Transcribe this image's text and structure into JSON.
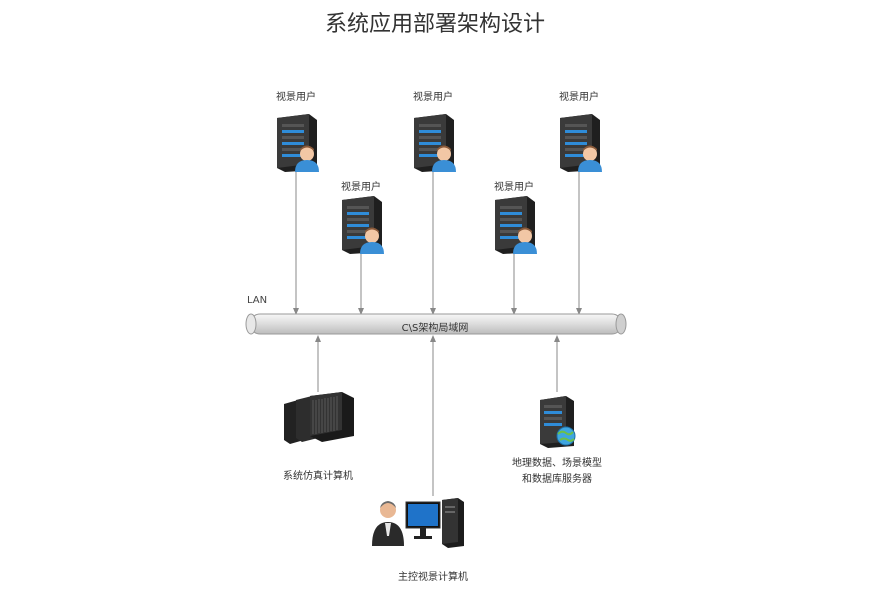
{
  "title": "系统应用部署架构设计",
  "lan_label": "LAN",
  "bus_label": "C\\S架构局域网",
  "users": [
    {
      "label": "视景用户"
    },
    {
      "label": "视景用户"
    },
    {
      "label": "视景用户"
    },
    {
      "label": "视景用户"
    },
    {
      "label": "视景用户"
    }
  ],
  "nodes": {
    "simulation": {
      "label": "系统仿真计算机"
    },
    "geodata": {
      "line1": "地理数据、场景模型",
      "line2": "和数据库服务器"
    },
    "master": {
      "label": "主控视景计算机"
    }
  },
  "colors": {
    "line": "#888888",
    "server_body": "#2b2b2b",
    "led": "#2f8cd8",
    "person_shirt": "#3a8fd6"
  }
}
